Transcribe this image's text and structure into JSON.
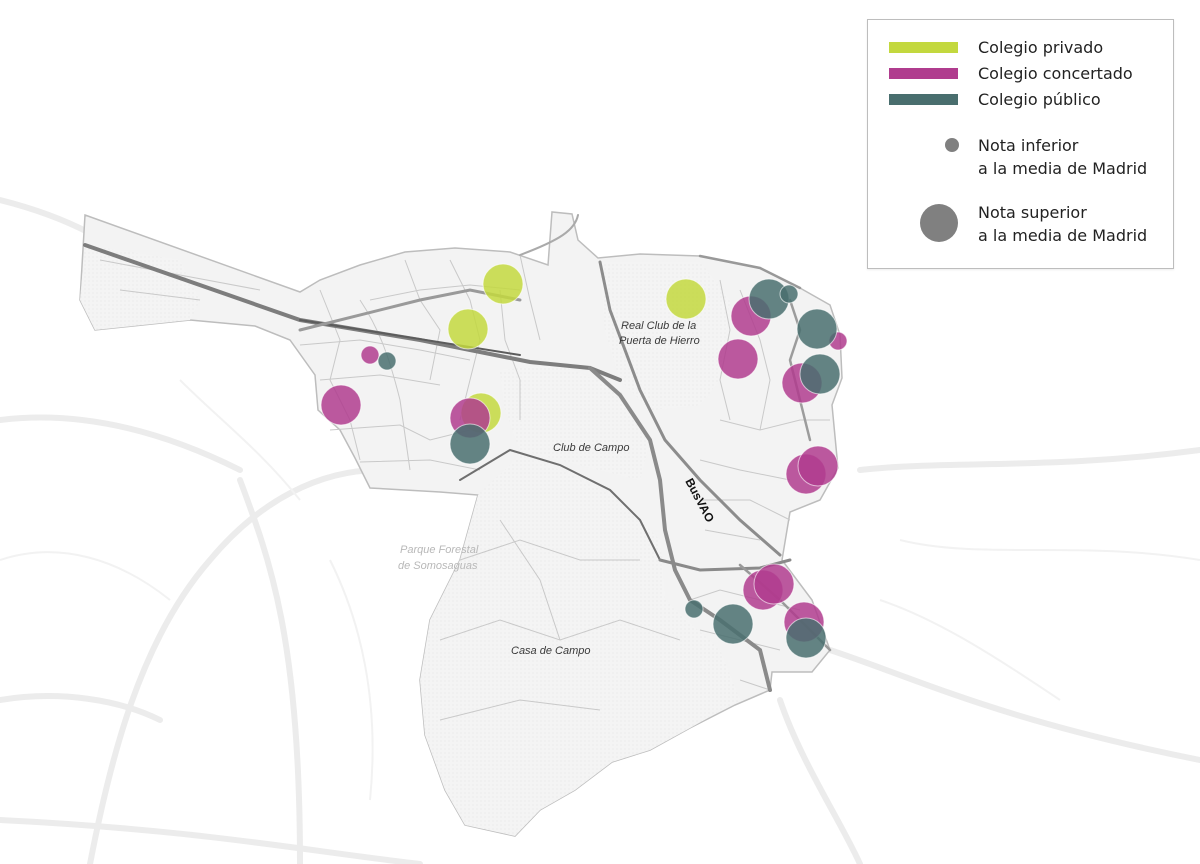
{
  "colors": {
    "privado": "#c3d83e",
    "concertado": "#b03c8e",
    "publico": "#496e6e",
    "size_dot": "#808080"
  },
  "legend": {
    "items": [
      {
        "label": "Colegio privado",
        "color_key": "privado"
      },
      {
        "label": "Colegio concertado",
        "color_key": "concertado"
      },
      {
        "label": "Colegio público",
        "color_key": "publico"
      }
    ],
    "size_small": {
      "line1": "Nota inferior",
      "line2": "a la media de Madrid"
    },
    "size_large": {
      "line1": "Nota superior",
      "line2": "a la media de Madrid"
    }
  },
  "map_labels": {
    "puerta_hierro_1": "Real Club de la",
    "puerta_hierro_2": "Puerta de Hierro",
    "club_campo": "Club de Campo",
    "casa_campo": "Casa de Campo",
    "somosaguas_1": "Parque Forestal",
    "somosaguas_2": "de Somosaguas",
    "busvao": "BusVAO"
  },
  "schools_note": "types: privado / concertado / publico; score: high = above Madrid average, low = below"
}
